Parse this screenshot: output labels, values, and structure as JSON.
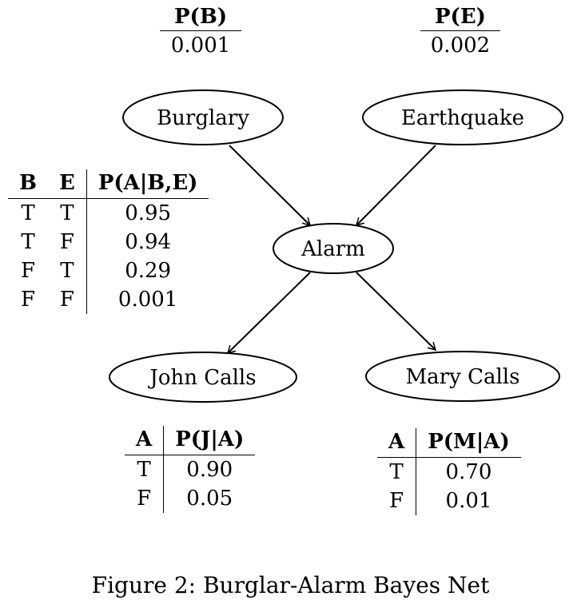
{
  "priors": {
    "burglary": {
      "header": "P(B)",
      "value": "0.001"
    },
    "earthquake": {
      "header": "P(E)",
      "value": "0.002"
    }
  },
  "nodes": {
    "burglary": "Burglary",
    "earthquake": "Earthquake",
    "alarm": "Alarm",
    "john": "John Calls",
    "mary": "Mary Calls"
  },
  "cpt_alarm": {
    "headers": [
      "B",
      "E",
      "P(A|B,E)"
    ],
    "rows": [
      [
        "T",
        "T",
        "0.95"
      ],
      [
        "T",
        "F",
        "0.94"
      ],
      [
        "F",
        "T",
        "0.29"
      ],
      [
        "F",
        "F",
        "0.001"
      ]
    ]
  },
  "cpt_john": {
    "headers": [
      "A",
      "P(J|A)"
    ],
    "rows": [
      [
        "T",
        "0.90"
      ],
      [
        "F",
        "0.05"
      ]
    ]
  },
  "cpt_mary": {
    "headers": [
      "A",
      "P(M|A)"
    ],
    "rows": [
      [
        "T",
        "0.70"
      ],
      [
        "F",
        "0.01"
      ]
    ]
  },
  "caption": "Figure 2: Burglar-Alarm Bayes Net"
}
